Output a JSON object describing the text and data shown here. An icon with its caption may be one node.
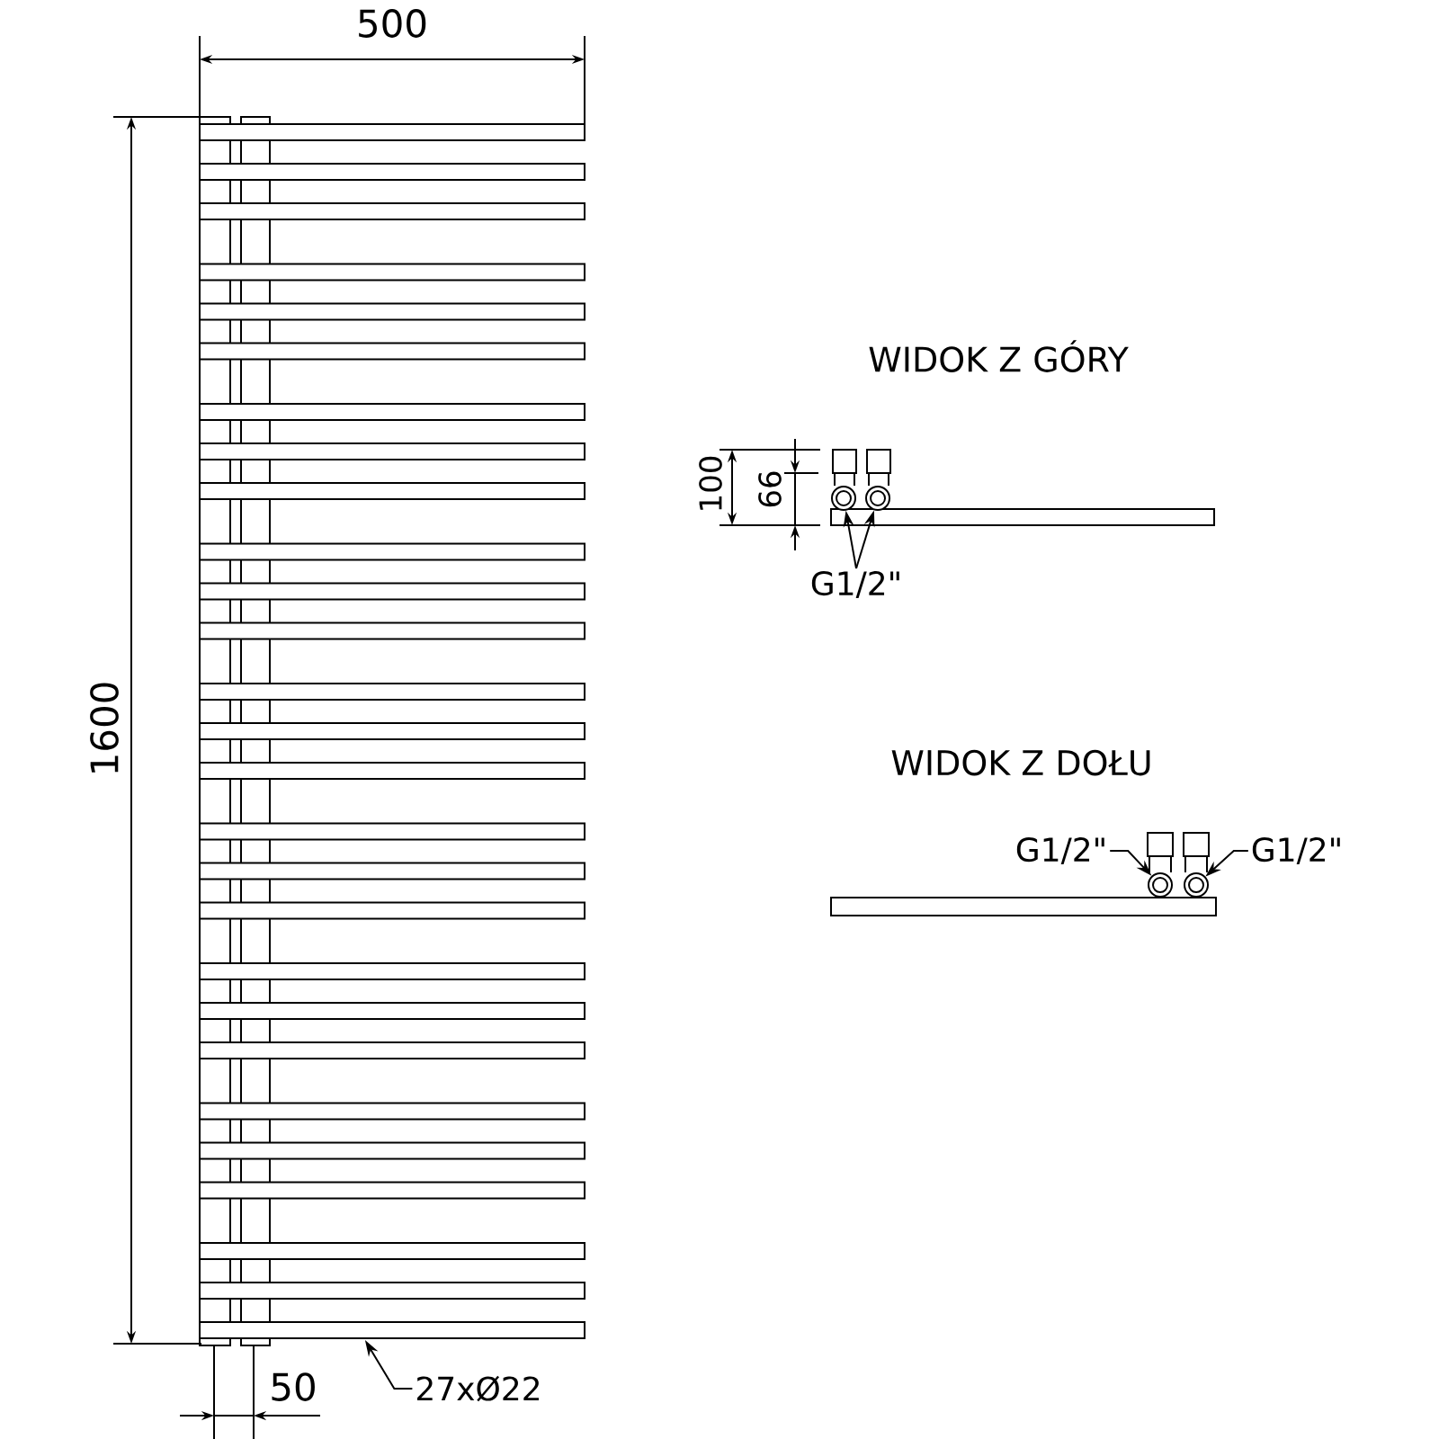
{
  "diagram": {
    "nodes": [
      {
        "text": [
          "27xØ22"
        ]
      },
      {
        "text": [],
        "shape": "bar"
      },
      {
        "text": [
          "G1/2\""
        ]
      },
      {
        "text": [],
        "shape": "circle"
      },
      {
        "text": [],
        "shape": "circle"
      },
      {
        "text": [
          "G1/2\""
        ]
      },
      {
        "text": [],
        "shape": "circle"
      },
      {
        "text": [],
        "shape": "circle"
      },
      {
        "text": [
          "G1/2\""
        ]
      }
    ],
    "edges": [
      {
        "from": 0,
        "to": 1,
        "arrow": "to"
      },
      {
        "from": 2,
        "to": 3,
        "arrow": "to"
      },
      {
        "from": 2,
        "to": 4,
        "arrow": "to"
      },
      {
        "from": 5,
        "to": 6,
        "arrow": "to"
      },
      {
        "from": 8,
        "to": 7,
        "arrow": "to"
      }
    ],
    "labels": [
      "500",
      "1600",
      "50",
      "WIDOK Z GÓRY",
      "100",
      "66",
      "WIDOK Z DOŁU"
    ]
  }
}
